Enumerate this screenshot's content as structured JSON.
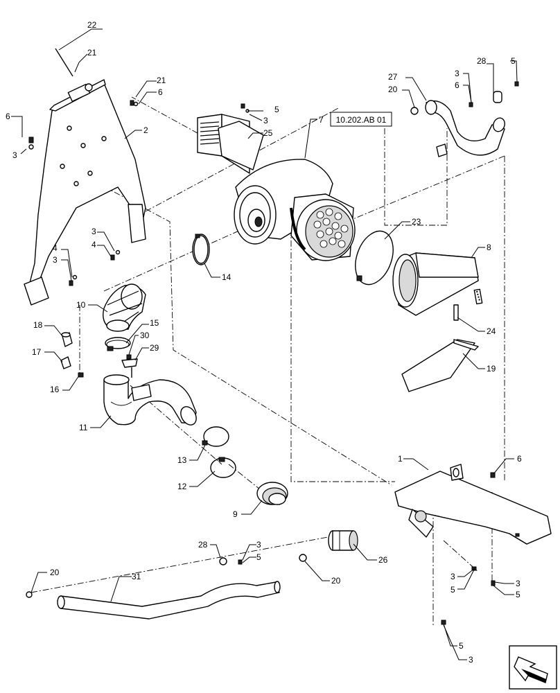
{
  "reference_tag": "10.202.AB 01",
  "labels": {
    "l22": "22",
    "l21a": "21",
    "l21b": "21",
    "l6a": "6",
    "l6b": "6",
    "l3a": "3",
    "l2": "2",
    "l3b": "3",
    "l4a": "4",
    "l4b": "4",
    "l3c": "3",
    "l5a": "5",
    "l3d": "3",
    "l25": "25",
    "l7": "7",
    "l14": "14",
    "l10": "10",
    "l15": "15",
    "l18": "18",
    "l30": "30",
    "l29": "29",
    "l17": "17",
    "l16": "16",
    "l11": "11",
    "l13": "13",
    "l12": "12",
    "l9": "9",
    "l28a": "28",
    "l5b": "5",
    "l27": "27",
    "l3e": "3",
    "l20a": "20",
    "l6c": "6",
    "l23": "23",
    "l8": "8",
    "l24": "24",
    "l19": "19",
    "l1": "1",
    "l6d": "6",
    "l28b": "28",
    "l3f": "3",
    "l5c": "5",
    "l26": "26",
    "l20b": "20",
    "l20c": "20",
    "l31": "31",
    "l3g": "3",
    "l5d": "5",
    "l3h": "3",
    "l5e": "5",
    "l5f": "5",
    "l3i": "3"
  },
  "icons": {
    "navigation": "arrow-next-page-icon"
  }
}
